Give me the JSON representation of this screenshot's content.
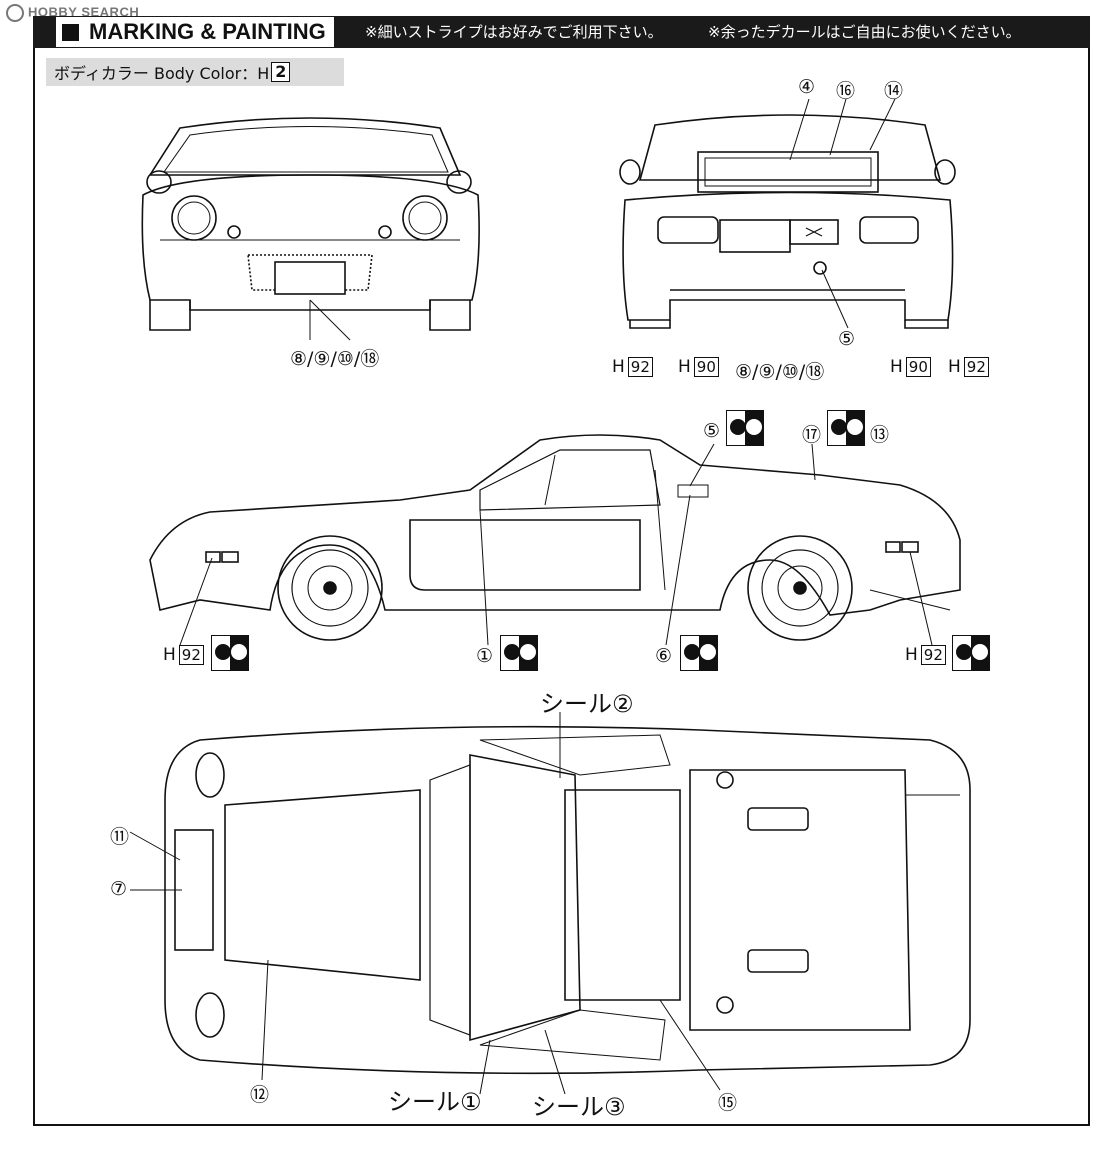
{
  "watermark": "HOBBY SEARCH",
  "header": {
    "title": "MARKING & PAINTING",
    "note_left": "※細いストライプはお好みでご利用下さい。",
    "note_right": "※余ったデカールはご自由にお使いください。"
  },
  "body_color": {
    "label": "ボディカラー Body Color：H",
    "code": "2"
  },
  "front_view": {
    "callout": "⑧/⑨/⑩/⑱"
  },
  "rear_view": {
    "callout_top": [
      "④",
      "⑯",
      "⑭"
    ],
    "callout_5": "⑤",
    "callout_bottom": "⑧/⑨/⑩/⑱",
    "paints": [
      {
        "prefix": "H",
        "code": "92"
      },
      {
        "prefix": "H",
        "code": "90"
      },
      {
        "prefix": "H",
        "code": "90"
      },
      {
        "prefix": "H",
        "code": "92"
      }
    ]
  },
  "side_view": {
    "callouts": [
      "⑤",
      "⑰",
      "⑬",
      "①",
      "⑥"
    ],
    "paints": [
      {
        "prefix": "H",
        "code": "92"
      },
      {
        "prefix": "H",
        "code": "92"
      }
    ]
  },
  "top_view": {
    "seal_2": "シール②",
    "seal_1": "シール①",
    "seal_3": "シール③",
    "callouts": [
      "⑪",
      "⑦",
      "⑫",
      "⑮"
    ]
  },
  "icons": {
    "paint_chip": "black-white-dot-icon"
  }
}
